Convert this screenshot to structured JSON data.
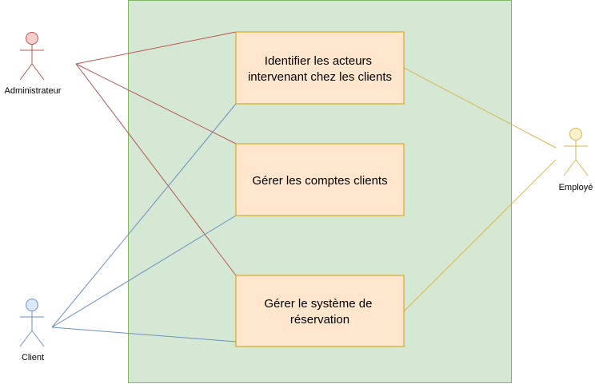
{
  "colors": {
    "system_fill": "#d5e8d4",
    "system_stroke": "#82b366",
    "usecase_fill": "#ffe6cc",
    "usecase_stroke": "#d79b00",
    "admin_fill": "#f8cecc",
    "admin_stroke": "#b85450",
    "client_fill": "#dae8fc",
    "client_stroke": "#6c8ebf",
    "employe_fill": "#fff2cc",
    "employe_stroke": "#d6b656"
  },
  "actors": {
    "admin": {
      "label": "Administrateur"
    },
    "client": {
      "label": "Client"
    },
    "employe": {
      "label": "Employé"
    }
  },
  "use_cases": {
    "uc1": {
      "lines": [
        "Identifier les acteurs",
        "intervenant chez les clients"
      ]
    },
    "uc2": {
      "lines": [
        "Gérer les comptes clients"
      ]
    },
    "uc3": {
      "lines": [
        "Gérer le système de",
        "réservation"
      ]
    }
  }
}
